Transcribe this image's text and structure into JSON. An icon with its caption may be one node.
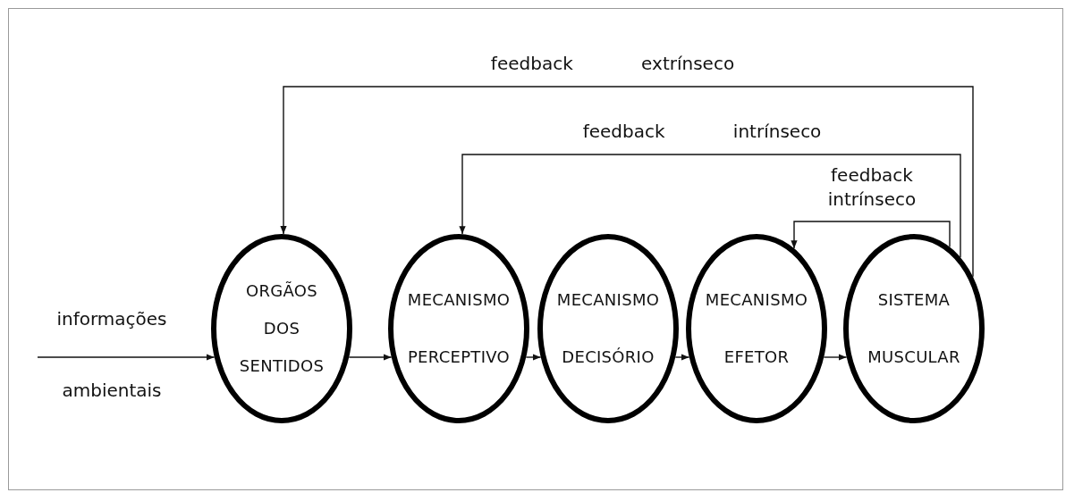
{
  "diagram": {
    "nodes": [
      {
        "text": [
          "ORGÃOS DOS SENTIDOS"
        ]
      },
      {
        "text": [
          "MECANISMO PERCEPTIVO"
        ]
      },
      {
        "text": [
          "MECANISMO DECISÓRIO"
        ]
      },
      {
        "text": [
          "MECANISMO EFETOR"
        ]
      },
      {
        "text": [
          "SISTEMA MUSCULAR"
        ]
      }
    ],
    "edges": [
      {
        "from": null,
        "to": 0,
        "arrow": "to",
        "label": "informações ambientais"
      },
      {
        "from": 0,
        "to": 1,
        "arrow": "to"
      },
      {
        "from": 1,
        "to": 2,
        "arrow": "to"
      },
      {
        "from": 2,
        "to": 3,
        "arrow": "to"
      },
      {
        "from": 3,
        "to": 4,
        "arrow": "to"
      },
      {
        "from": 4,
        "to": 0,
        "arrow": "to",
        "label": "feedback extrínseco"
      },
      {
        "from": 4,
        "to": 1,
        "arrow": "to",
        "label": "feedback intrínseco"
      },
      {
        "from": 4,
        "to": 3,
        "arrow": "to",
        "label": "feedback intrínseco"
      }
    ]
  }
}
